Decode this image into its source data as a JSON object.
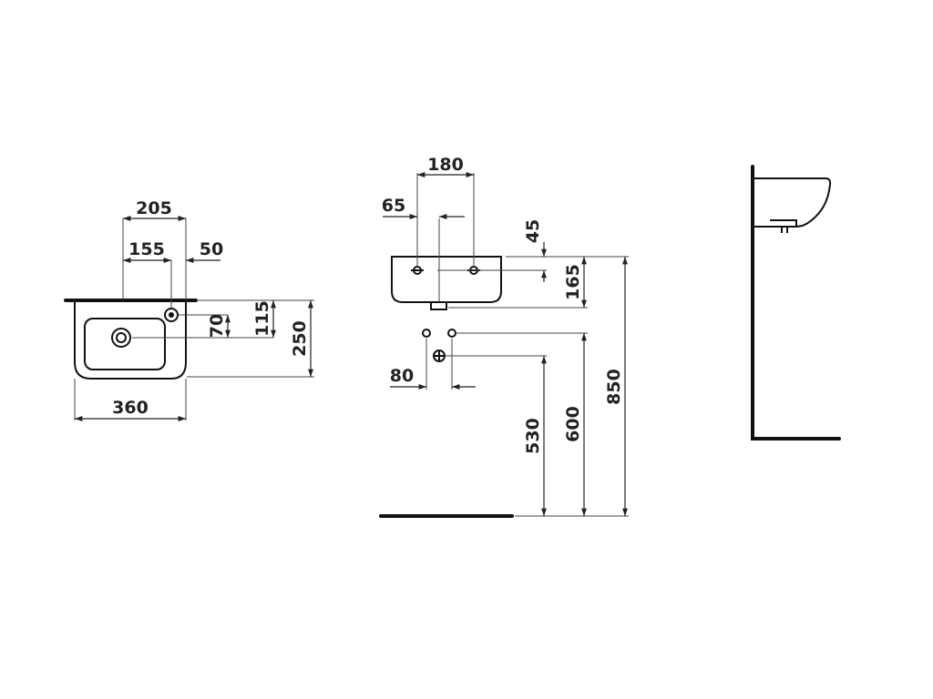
{
  "dimensions": {
    "plan": {
      "d205": "205",
      "d155": "155",
      "d50": "50",
      "d70": "70",
      "d115": "115",
      "d250": "250",
      "d360": "360"
    },
    "front": {
      "d180": "180",
      "d65": "65",
      "d45": "45",
      "d165": "165",
      "d80": "80",
      "d530": "530",
      "d600": "600",
      "d850": "850"
    }
  }
}
